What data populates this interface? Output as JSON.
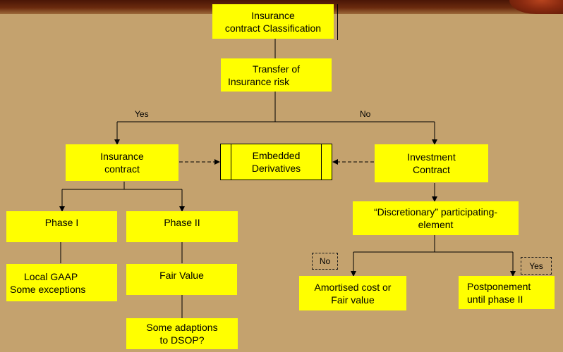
{
  "nodes": {
    "classification": {
      "line1": "Insurance",
      "line2": "contract Classification"
    },
    "transfer": {
      "line1": "Transfer of",
      "line2": "Insurance risk"
    },
    "insurance_contract": {
      "line1": "Insurance",
      "line2": "contract"
    },
    "embedded": {
      "line1": "Embedded",
      "line2": "Derivatives"
    },
    "investment": {
      "line1": "Investment",
      "line2": "Contract"
    },
    "phase1": {
      "line1": "Phase I"
    },
    "phase2": {
      "line1": "Phase II"
    },
    "discretionary": {
      "line1": "“Discretionary” participating-",
      "line2": "element"
    },
    "local_gaap": {
      "line1": "Local GAAP",
      "line2": "Some exceptions"
    },
    "fair_value": {
      "line1": "Fair Value"
    },
    "amortised": {
      "line1": "Amortised cost or",
      "line2": "Fair value"
    },
    "postponement": {
      "line1": "Postponement",
      "line2": "until  phase II"
    },
    "adaptions": {
      "line1": "Some adaptions",
      "line2": "to DSOP?"
    }
  },
  "edge_labels": {
    "yes_branch": "Yes",
    "no_branch": "No",
    "no_box": "No",
    "yes_box": "Yes"
  }
}
